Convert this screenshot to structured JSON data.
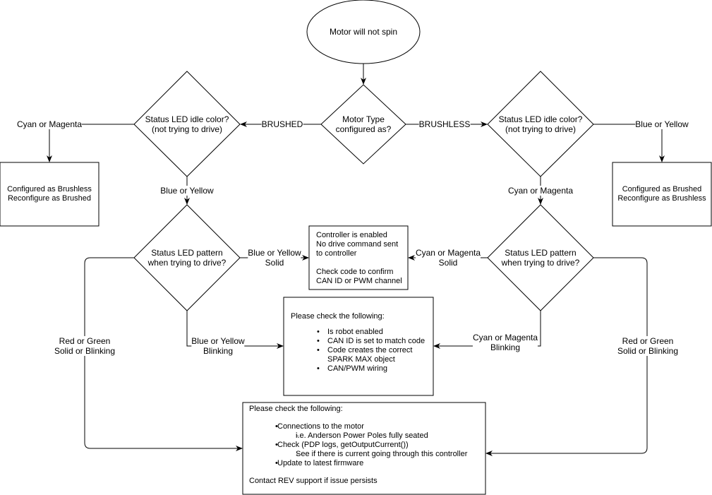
{
  "start": {
    "text": "Motor will not spin"
  },
  "motor_type": {
    "line1": "Motor Type",
    "line2": "configured as?"
  },
  "edges": {
    "brushed": "BRUSHED",
    "brushless": "BRUSHLESS",
    "left_cyan_magenta": "Cyan or Magenta",
    "right_blue_yellow": "Blue or Yellow",
    "left_blue_yellow": "Blue or Yellow",
    "right_cyan_magenta": "Cyan or Magenta",
    "left_solid_1": "Blue or Yellow",
    "left_solid_2": "Solid",
    "right_solid_1": "Cyan or Magenta",
    "right_solid_2": "Solid",
    "left_blink_1": "Blue or Yellow",
    "left_blink_2": "Blinking",
    "right_blink_1": "Cyan or Magenta",
    "right_blink_2": "Blinking",
    "left_red_1": "Red or Green",
    "left_red_2": "Solid or Blinking",
    "right_red_1": "Red or Green",
    "right_red_2": "Solid or Blinking"
  },
  "left_idle": {
    "line1": "Status LED idle color?",
    "line2": "(not trying to drive)"
  },
  "right_idle": {
    "line1": "Status LED idle color?",
    "line2": "(not trying to drive)"
  },
  "left_pattern": {
    "line1": "Status LED pattern",
    "line2": "when trying to drive?"
  },
  "right_pattern": {
    "line1": "Status LED pattern",
    "line2": "when trying to drive?"
  },
  "left_result": {
    "line1": "Configured as Brushless",
    "line2": "Reconfigure as Brushed"
  },
  "right_result": {
    "line1": "Configured as Brushed",
    "line2": "Reconfigure as Brushless"
  },
  "controller_enabled": {
    "line1": "Controller is enabled",
    "line2": "No drive command sent",
    "line3": "to controller",
    "line4": "Check code to confirm",
    "line5": "CAN ID or PWM channel"
  },
  "check_can": {
    "heading": "Please check the following:",
    "item1": "Is robot enabled",
    "item2": "CAN ID is set to match code",
    "item3a": "Code creates the correct",
    "item3b": "SPARK MAX object",
    "item4": "CAN/PWM wiring"
  },
  "check_power": {
    "heading": "Please check the following:",
    "item1": "Connections to the motor",
    "sub1": "i.e. Anderson Power Poles fully seated",
    "item2": "Check (PDP logs, getOutputCurrent())",
    "sub2": "See if there is current going through this controller",
    "item3": "Update to latest firmware",
    "footer": "Contact REV support if issue persists"
  }
}
